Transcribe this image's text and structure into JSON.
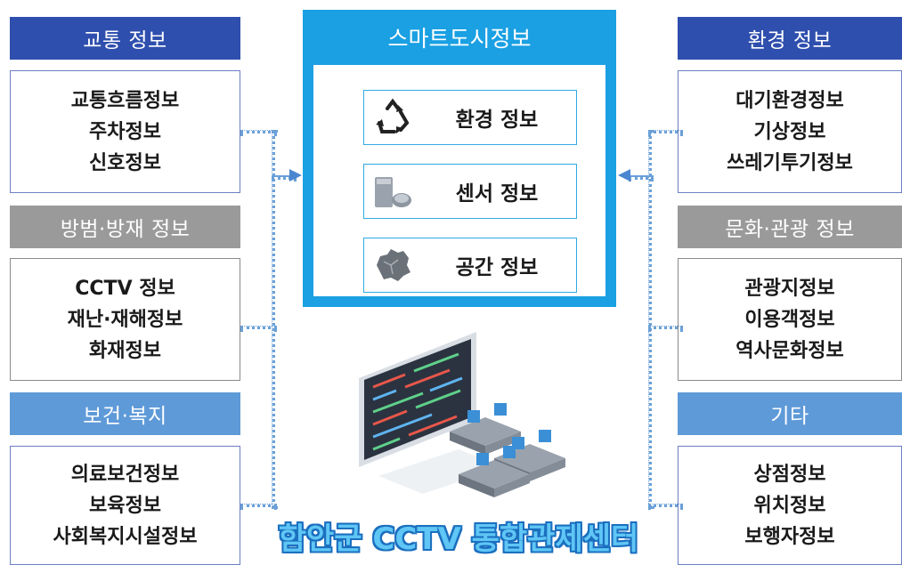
{
  "left": {
    "traffic": {
      "header": "교통 정보",
      "items": [
        "교통흐름정보",
        "주차정보",
        "신호정보"
      ]
    },
    "safety": {
      "header": "방범·방재 정보",
      "items": [
        "CCTV 정보",
        "재난·재해정보",
        "화재정보"
      ]
    },
    "welfare": {
      "header": "보건·복지",
      "items": [
        "의료보건정보",
        "보육정보",
        "사회복지시설정보"
      ]
    }
  },
  "right": {
    "environment": {
      "header": "환경 정보",
      "items": [
        "대기환경정보",
        "기상정보",
        "쓰레기투기정보"
      ]
    },
    "culture": {
      "header": "문화·관광 정보",
      "items": [
        "관광지정보",
        "이용객정보",
        "역사문화정보"
      ]
    },
    "etc": {
      "header": "기타",
      "items": [
        "상점정보",
        "위치정보",
        "보행자정보"
      ]
    }
  },
  "center": {
    "title": "스마트도시정보",
    "items": [
      {
        "label": "환경 정보",
        "icon": "recycle-icon"
      },
      {
        "label": "센서 정보",
        "icon": "sensor-icon"
      },
      {
        "label": "공간 정보",
        "icon": "map-icon"
      }
    ]
  },
  "banner": "함안군 CCTV 통합관제센터",
  "colors": {
    "dark_header": "#2f4fae",
    "gray_header": "#9a9a9a",
    "light_header": "#5e9ad8",
    "center": "#1aa0e3",
    "banner": "#5fc6f5"
  }
}
